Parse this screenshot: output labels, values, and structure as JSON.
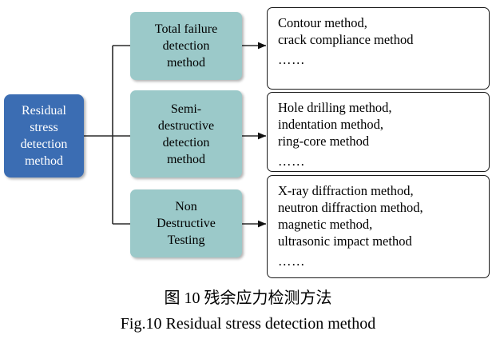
{
  "figure": {
    "root": {
      "label": "Residual\nstress\ndetection\nmethod",
      "color": "#3B6DB3",
      "text_color": "#FFFFFF"
    },
    "categories": [
      {
        "label": "Total failure\ndetection\nmethod",
        "color": "#9BC9C9"
      },
      {
        "label": "Semi-\ndestructive\ndetection\nmethod",
        "color": "#9BC9C9"
      },
      {
        "label": "Non\nDestructive\nTesting",
        "color": "#9BC9C9"
      }
    ],
    "details": [
      {
        "lines": "Contour method,\ncrack compliance method",
        "ellipsis": "……"
      },
      {
        "lines": "Hole drilling method,\nindentation method,\nring-core method",
        "ellipsis": "……"
      },
      {
        "lines": "X-ray diffraction method,\nneutron diffraction method,\nmagnetic method,\nultrasonic impact method",
        "ellipsis": "……"
      }
    ],
    "caption_zh": "图 10  残余应力检测方法",
    "caption_en": "Fig.10 Residual stress detection method"
  }
}
